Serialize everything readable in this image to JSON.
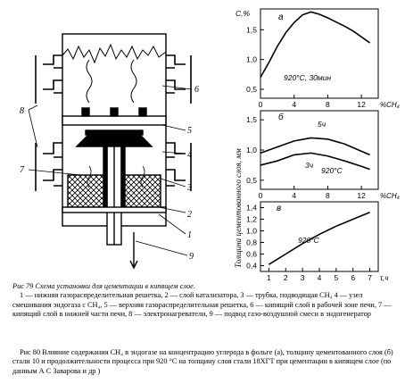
{
  "apparatus": {
    "labels": [
      "1",
      "2",
      "3",
      "4",
      "5",
      "6",
      "7",
      "8",
      "9"
    ],
    "page_bg": "#ffffff",
    "ink": "#000000"
  },
  "chart_a": {
    "panel": "a",
    "ylabel": "C,%",
    "xlabel": "%CH₄",
    "yticks": [
      "1,5",
      "1,0",
      "0,5"
    ],
    "xticks": [
      "0",
      "4",
      "8",
      "12"
    ],
    "annotation": "920°C, 30мин",
    "chart_data": {
      "type": "line",
      "x": [
        0,
        1,
        2,
        3,
        4,
        5,
        6,
        7,
        8,
        9,
        10,
        11,
        12,
        13
      ],
      "y": [
        0.7,
        0.95,
        1.22,
        1.45,
        1.62,
        1.75,
        1.8,
        1.76,
        1.7,
        1.63,
        1.56,
        1.48,
        1.38,
        1.28
      ],
      "xlim": [
        0,
        14
      ],
      "ylim": [
        0.35,
        1.85
      ]
    }
  },
  "chart_b": {
    "panel": "б",
    "xlabel": "%CH₄",
    "yticks": [
      "1,5",
      "1,0",
      "0,5"
    ],
    "xticks": [
      "0",
      "4",
      "8",
      "12"
    ],
    "series_labels": [
      "5ч",
      "3ч"
    ],
    "annotation": "920°C",
    "chart_data": {
      "type": "line",
      "series": [
        {
          "name": "5ч",
          "x": [
            0,
            2,
            4,
            6,
            8,
            10,
            12,
            13
          ],
          "y": [
            0.95,
            1.05,
            1.15,
            1.2,
            1.18,
            1.1,
            0.98,
            0.92
          ]
        },
        {
          "name": "3ч",
          "x": [
            0,
            2,
            4,
            6,
            8,
            10,
            12,
            13
          ],
          "y": [
            0.75,
            0.82,
            0.92,
            0.95,
            0.9,
            0.82,
            0.73,
            0.68
          ]
        }
      ],
      "xlim": [
        0,
        14
      ],
      "ylim": [
        0.35,
        1.65
      ]
    }
  },
  "chart_c": {
    "panel": "в",
    "xlabel": "τ,ч",
    "yticks": [
      "1,4",
      "1,2",
      "1,0",
      "0,8",
      "0,6",
      "0,4"
    ],
    "xticks": [
      "1",
      "2",
      "3",
      "4",
      "5",
      "6",
      "7"
    ],
    "annotation": "920°C",
    "chart_data": {
      "type": "line",
      "x": [
        1,
        2,
        3,
        4,
        5,
        6,
        7
      ],
      "y": [
        0.42,
        0.6,
        0.78,
        0.94,
        1.08,
        1.2,
        1.32
      ],
      "xlim": [
        0.5,
        7.5
      ],
      "ylim": [
        0.3,
        1.5
      ]
    }
  },
  "shared_ylabel": "Толщина цементованного слоя, мм",
  "caption79": {
    "title": "Рис 79 Схема установки для цементации в кипящем слое.",
    "body": "1 — нижняя газораспределительная решетка, 2 — слой катализатора, 3 — трубка, подводящая CH₄ 4 — узел смешивания эндогаза с CH₄, 5 — верхняя газораспределительная решетка, 6 — кипящий слой в рабочей зоне печи, 7 — кипящий слой в нижней части печи, 8 — электронагреватели, 9 — подвод газо-воздушной смеси в эндогенератор"
  },
  "caption80": {
    "text": "Рис 80 Влияние содержания CH₄ в эндогазе на концентрацию углерода в фольге (а), толщину цементованного слоя (б) стали 10 и продолжительности процесса при 920 °C на толщину слоя стали 18ХГТ при цементации в кипящем слое (по данным А С Заварова и др )"
  }
}
